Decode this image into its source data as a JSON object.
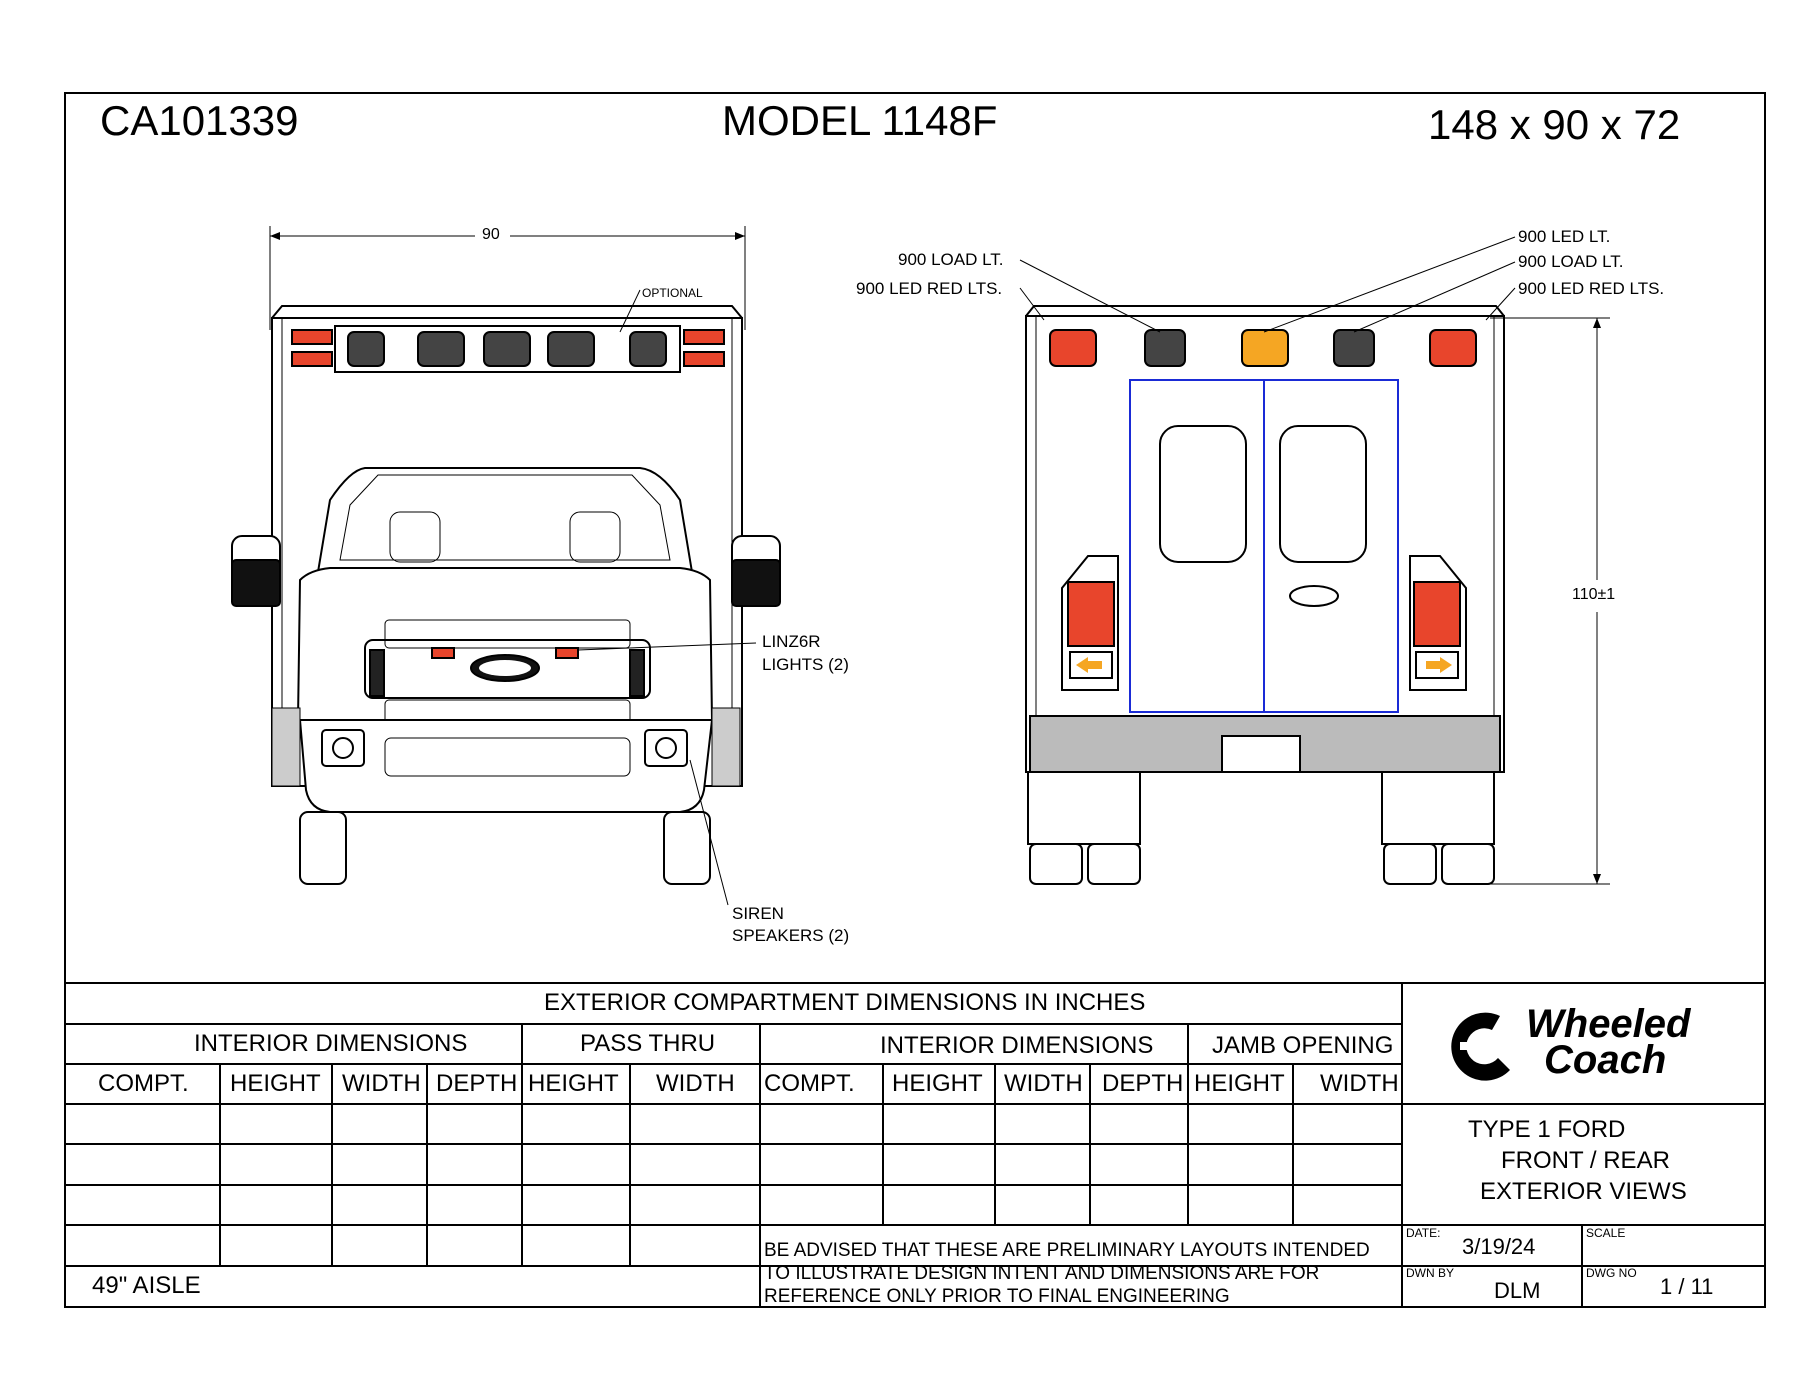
{
  "header": {
    "job_number": "CA101339",
    "model": "MODEL 1148F",
    "dimensions": "148 x 90 x 72"
  },
  "front_view": {
    "width_dim": "90",
    "optional_label": "OPTIONAL",
    "lights_label_1": "LINZ6R",
    "lights_label_2": "LIGHTS (2)",
    "siren_label_1": "SIREN",
    "siren_label_2": "SPEAKERS (2)"
  },
  "rear_view": {
    "left_label_1": "900 LOAD LT.",
    "left_label_2": "900 LED RED LTS.",
    "right_label_1": "900 LED LT.",
    "right_label_2": "900 LOAD LT.",
    "right_label_3": "900 LED RED LTS.",
    "height_dim": "110±1"
  },
  "table": {
    "title": "EXTERIOR COMPARTMENT DIMENSIONS IN INCHES",
    "group_interior_left": "INTERIOR DIMENSIONS",
    "group_pass_thru": "PASS THRU",
    "group_interior_right": "INTERIOR DIMENSIONS",
    "group_jamb": "JAMB OPENING",
    "columns_left": [
      "COMPT.",
      "HEIGHT",
      "WIDTH",
      "DEPTH",
      "HEIGHT",
      "WIDTH"
    ],
    "columns_right": [
      "COMPT.",
      "HEIGHT",
      "WIDTH",
      "DEPTH",
      "HEIGHT",
      "WIDTH"
    ],
    "aisle_note": "49\" AISLE",
    "disclaimer_1": "BE ADVISED THAT THESE ARE PRELIMINARY LAYOUTS INTENDED",
    "disclaimer_2": "TO ILLUSTRATE DESIGN INTENT AND DIMENSIONS  ARE FOR",
    "disclaimer_3": "REFERENCE ONLY PRIOR TO FINAL ENGINEERING"
  },
  "title_block": {
    "logo_line_1": "Wheeled",
    "logo_line_2": "Coach",
    "desc_1": "TYPE 1 FORD",
    "desc_2": "FRONT / REAR",
    "desc_3": "EXTERIOR VIEWS",
    "date_label": "DATE:",
    "date_value": "3/19/24",
    "scale_label": "SCALE",
    "drawn_by_label": "DWN BY",
    "drawn_by_value": "DLM",
    "dwg_no_label": "DWG NO",
    "dwg_no_value": "1 / 11"
  },
  "colors": {
    "red_light": "#e8452c",
    "amber_light": "#f5a623",
    "door_outline": "#1a2bd6",
    "line": "#000000"
  }
}
